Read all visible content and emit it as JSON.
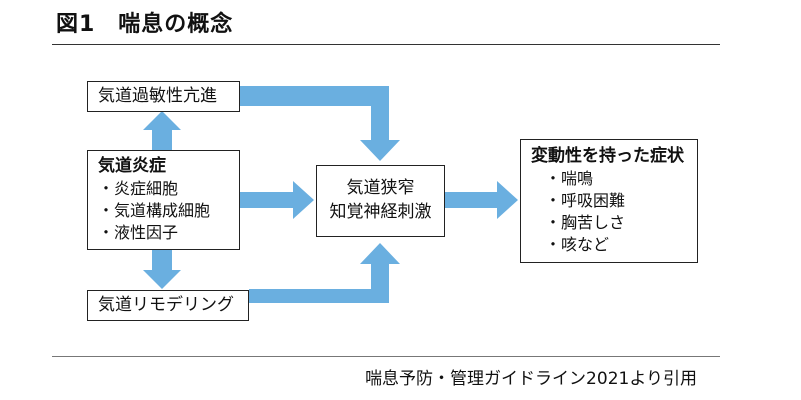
{
  "figure": {
    "title": "図1　喘息の概念",
    "source": "喘息予防・管理ガイドライン2021より引用"
  },
  "boxes": {
    "hyperresponsiveness": {
      "label": "気道過敏性亢進"
    },
    "inflammation": {
      "heading": "気道炎症",
      "items": [
        "・炎症細胞",
        "・気道構成細胞",
        "・液性因子"
      ]
    },
    "remodeling": {
      "label": "気道リモデリング"
    },
    "narrowing": {
      "lines": [
        "気道狭窄",
        "知覚神経刺激"
      ]
    },
    "symptoms": {
      "heading": "変動性を持った症状",
      "items": [
        "・喘鳴",
        "・呼吸困難",
        "・胸苦しさ",
        "・咳など"
      ]
    }
  },
  "colors": {
    "arrow": "#6aafe0",
    "border": "#222222"
  }
}
